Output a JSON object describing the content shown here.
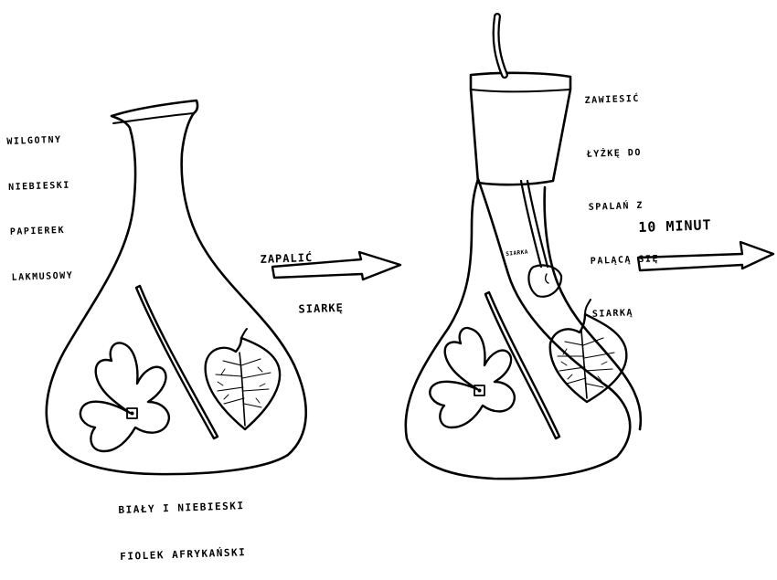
{
  "labels": {
    "litmus_paper": [
      "WILGOTNY",
      "NIEBIESKI",
      "PAPIEREK",
      "LAKMUSOWY"
    ],
    "ignite_sulfur": [
      "ZAPALIĆ",
      "SIARKĘ"
    ],
    "spoon_instruction": [
      "ZAWIESIĆ",
      "ŁYŻKĘ DO",
      "SPALAŃ Z",
      "PALĄCĄ SIĘ",
      "SIARKĄ"
    ],
    "time": "10 MINUT",
    "violet": [
      "BIAŁY I NIEBIESKI",
      "FIOLEK AFRYKAŃSKI"
    ],
    "burning_sulfur": "SIARKA"
  },
  "colors": {
    "ink": "#000000",
    "paper": "#ffffff"
  },
  "icons": [
    "flask-icon",
    "stopper-icon",
    "combustion-spoon-icon",
    "flower-icon",
    "leaf-icon",
    "arrow-right-icon",
    "litmus-paper-strip-icon"
  ]
}
